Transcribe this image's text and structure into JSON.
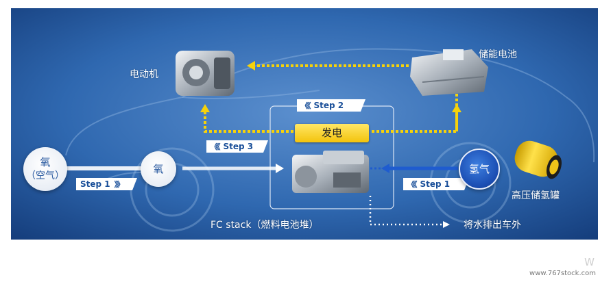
{
  "diagram": {
    "motor_label": "电动机",
    "battery_label": "储能电池",
    "generate_label": "发电",
    "oxygen_air_line1": "氧",
    "oxygen_air_line2": "（空气）",
    "oxygen_label": "氧",
    "hydrogen_label": "氢气",
    "tank_label": "高压储氢罐",
    "fc_label": "FC stack（燃料电池堆）",
    "water_label": "将水排出车外",
    "step1_left": "Step 1",
    "step1_right": "Step 1",
    "step2": "Step 2",
    "step3": "Step 3"
  },
  "watermark": {
    "mark": "W",
    "site": "www.767stock.com"
  },
  "colors": {
    "background": "#1b4a8c",
    "flow_yellow": "#f6d20a",
    "flow_white": "#ffffff",
    "flow_blue": "#1f5ccf",
    "step_text": "#1a4f99"
  }
}
